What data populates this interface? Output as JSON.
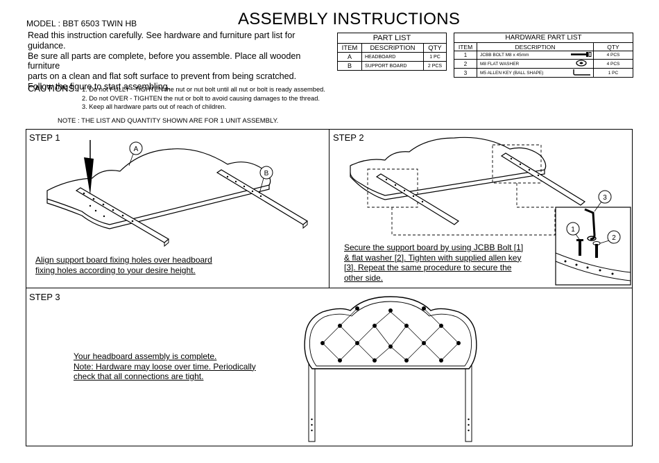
{
  "header": {
    "model": "MODEL : BBT 6503 TWIN HB",
    "title": "ASSEMBLY INSTRUCTIONS"
  },
  "intro": {
    "line1": "Read this instruction carefully. See hardware and furniture part list for guidance.",
    "line2": "Be sure all parts are complete, before you assemble. Place all wooden furniture",
    "line3": "parts on a clean and flat soft surface to prevent from being scratched.",
    "line4": "Follow the figure to start assembling."
  },
  "cautions": {
    "label": "CAUTIONS :",
    "items": [
      "1. Do not FULLY - TIGHTEN the nut or nut bolt until all nut or bolt is ready assembed.",
      "2. Do not OVER - TIGHTEN the nut or bolt to avoid causing damages to the thread.",
      "3. Keep all hardware parts out of reach of children."
    ],
    "note": "NOTE : THE LIST AND QUANTITY SHOWN ARE FOR 1 UNIT ASSEMBLY."
  },
  "part_list": {
    "title": "PART LIST",
    "columns": [
      "ITEM",
      "DESCRIPTION",
      "QTY"
    ],
    "rows": [
      {
        "item": "A",
        "description": "HEADBOARD",
        "qty": "1 PC"
      },
      {
        "item": "B",
        "description": "SUPPORT BOARD",
        "qty": "2 PCS"
      }
    ]
  },
  "hardware_list": {
    "title": "HARDWARE PART LIST",
    "columns": [
      "ITEM",
      "DESCRIPTION",
      "QTY"
    ],
    "rows": [
      {
        "item": "1",
        "description": "JCBB BOLT M8 x 45mm",
        "qty": "4 PCS",
        "icon": "bolt-icon"
      },
      {
        "item": "2",
        "description": "M8 FLAT WASHER",
        "qty": "4 PCS",
        "icon": "washer-icon"
      },
      {
        "item": "3",
        "description": "M5 ALLEN KEY (BALL SHAPE)",
        "qty": "1 PC",
        "icon": "allen-key-icon"
      }
    ]
  },
  "steps": {
    "step1": {
      "label": "STEP 1",
      "callout_a": "A",
      "callout_b": "B",
      "caption_line1": "Align support board fixing holes over headboard",
      "caption_line2": "fixing holes according to your desire height."
    },
    "step2": {
      "label": "STEP 2",
      "callout_1": "1",
      "callout_2": "2",
      "callout_3": "3",
      "caption_line1": "Secure the support board by using JCBB Bolt [1]",
      "caption_line2": "& flat washer [2]. Tighten with supplied allen key",
      "caption_line3": "[3]. Repeat the same procedure to secure the",
      "caption_line4": "other side."
    },
    "step3": {
      "label": "STEP 3",
      "caption_line1": "Your headboard assembly is complete.",
      "caption_line2": "Note: Hardware may loose over time. Periodically",
      "caption_line3": "check that all connections are tight."
    }
  }
}
